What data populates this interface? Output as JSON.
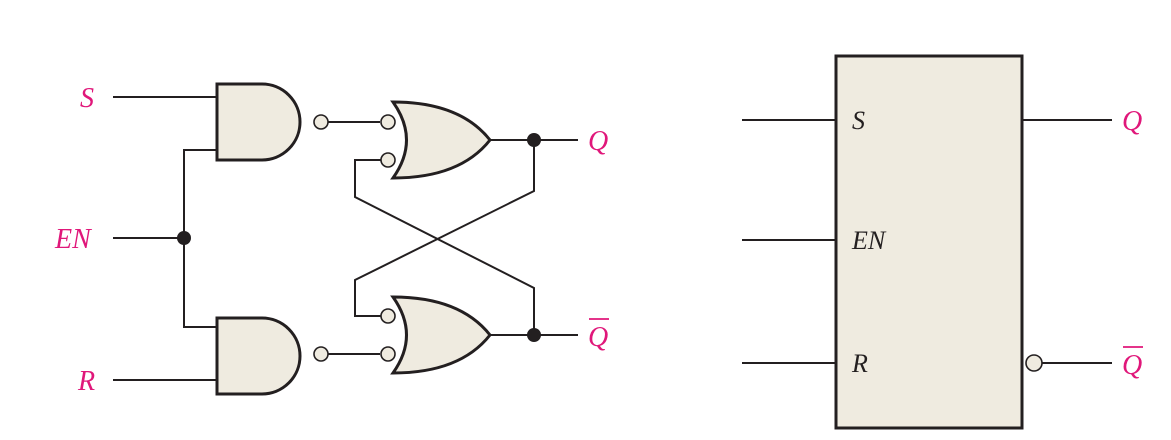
{
  "logic_diagram": {
    "inputs": {
      "s": "S",
      "en": "EN",
      "r": "R"
    },
    "outputs": {
      "q": "Q",
      "qbar": "Q"
    }
  },
  "symbol": {
    "pins": {
      "s": "S",
      "en": "EN",
      "r": "R"
    },
    "outputs": {
      "q": "Q",
      "qbar": "Q"
    }
  },
  "colors": {
    "label": "#e0177a",
    "gate_fill": "#efebe0",
    "line": "#231f20"
  }
}
